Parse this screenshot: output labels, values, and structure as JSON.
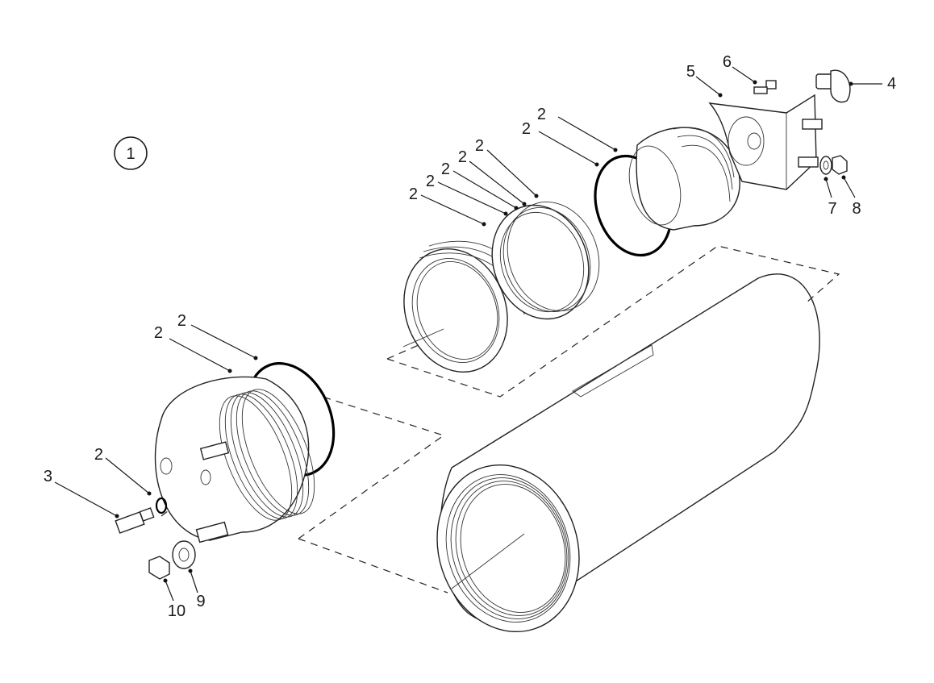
{
  "figure": {
    "view_number": "1",
    "callouts": {
      "c2_a": "2",
      "c2_b": "2",
      "c2_c": "2",
      "c2_d": "2",
      "c2_e": "2",
      "c2_f": "2",
      "c2_g": "2",
      "c2_h": "2",
      "c2_i": "2",
      "c2_j": "2",
      "c3": "3",
      "c4": "4",
      "c5": "5",
      "c6": "6",
      "c7": "7",
      "c8": "8",
      "c9": "9",
      "c10": "10"
    }
  }
}
